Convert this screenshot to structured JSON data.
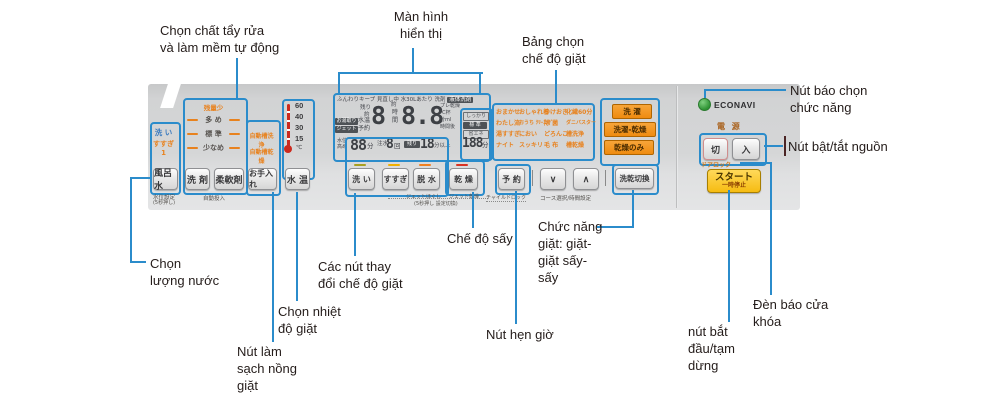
{
  "colors": {
    "callout_line": "#2b8ccb",
    "accent_orange": "#e8821e",
    "mode_badge_orange": "#ef8b10",
    "start_yellow": "#f6c324",
    "econavi_green": "#3aa23f",
    "dry_red": "#d93222",
    "panel_gray": "#d5d6d7"
  },
  "callouts": {
    "detergent": "Chọn chất tẩy rửa\nvà làm mềm tự động",
    "display": "Màn hình\nhiển thị",
    "course_panel": "Bảng chọn\nchế độ giặt",
    "function_indicator": "Nút báo chọn\nchức năng",
    "power": "Nút bật/tắt nguồn",
    "water_level": "Chọn\nlượng nước",
    "mode_buttons": "Các nút thay\nđổi chế độ giặt",
    "temperature": "Chọn nhiệt\nđộ giặt",
    "tub_clean": "Nút làm\nsạch nồng\ngiặt",
    "dry_mode": "Chế độ sấy",
    "timer": "Nút hẹn giờ",
    "wash_function": "Chức năng\ngiặt: giặt-\ngiặt sấy-\nsấy",
    "start_pause": "nút bắt\nđầu/tạm\ndừng",
    "door_lock_light": "Đèn báo cửa\nkhóa"
  },
  "panel": {
    "bath": {
      "line1": "洗 い",
      "line2": "すすぎ1",
      "button": "風呂水",
      "cap1": "水位設定",
      "cap2": "(5秒押し)"
    },
    "dispenser": {
      "title": "残量少",
      "rows": [
        "多 め",
        "標 準",
        "少なめ"
      ],
      "btn_detergent": "洗 剤",
      "btn_softener": "柔軟剤",
      "caption": "自動投入"
    },
    "care": {
      "line1": "自動槽洗浄",
      "line2": "自動槽乾燥",
      "button": "お手入れ"
    },
    "temp": {
      "ticks": [
        "60",
        "40",
        "30",
        "15"
      ],
      "unit": "℃",
      "button": "水 温"
    },
    "lcd": {
      "top_line": "ふんわりキープ 見直し中 水30Lあたり 洗剤",
      "top_badge": "液体洗剤",
      "remain1": "残り",
      "remain2": "約",
      "digit1": "8",
      "mid_top": "約",
      "mid1": "時",
      "mid2": "間",
      "digit2": "8.8",
      "right1": "プレ乾燥",
      "right2": "℃杯",
      "right3": "分ml",
      "right4": "時間後",
      "badge1": "お湯取り",
      "badge2": "ジェット",
      "wt": "水温",
      "yoyaku": "予約",
      "wl1": "水位",
      "wl2": "高め",
      "t1": "88",
      "min": "分",
      "chusui": "注水",
      "cnt": "8",
      "kai": "回",
      "mini_badge": "残り",
      "t2": "18",
      "ijou": "分以上",
      "t3": "188",
      "t3u": "分",
      "side1": "しっかり",
      "side2": "標 準",
      "side3": "省エネ"
    },
    "phase": {
      "wash": "洗 い",
      "rinse": "すすぎ",
      "spin": "脱 水",
      "dry": "乾 燥",
      "jet1": "ジェットほぐし",
      "jet2": "ジェット乾燥",
      "jet_cap": "(5秒押し 設定切換)"
    },
    "courses": [
      [
        "おまかせ",
        "おしゃれ着",
        "つけおき",
        "化繊60分"
      ],
      [
        "わたし流",
        "おうち ｸﾘｰﾆﾝｸﾞ",
        "除 菌",
        "ダニバスター"
      ],
      [
        "湯すすぎ",
        "におい",
        "どろんこ",
        "槽洗浄"
      ],
      [
        "ナイト",
        "スッキリ",
        "毛 布",
        "槽乾燥"
      ]
    ],
    "modes": [
      "洗 濯",
      "洗濯-乾燥",
      "乾燥のみ"
    ],
    "controls": {
      "reserve": "予 約",
      "down": "∨",
      "up": "∧",
      "switch": "洗乾切換",
      "child_lock": "チャイルドロック",
      "course_select": "コース選択/時間設定"
    },
    "right": {
      "econavi": "ECONAVI",
      "power_label": "電 源",
      "off": "切",
      "on": "入",
      "door_lock": "ドアロック",
      "start": "スタート",
      "pause": "一時停止"
    }
  }
}
